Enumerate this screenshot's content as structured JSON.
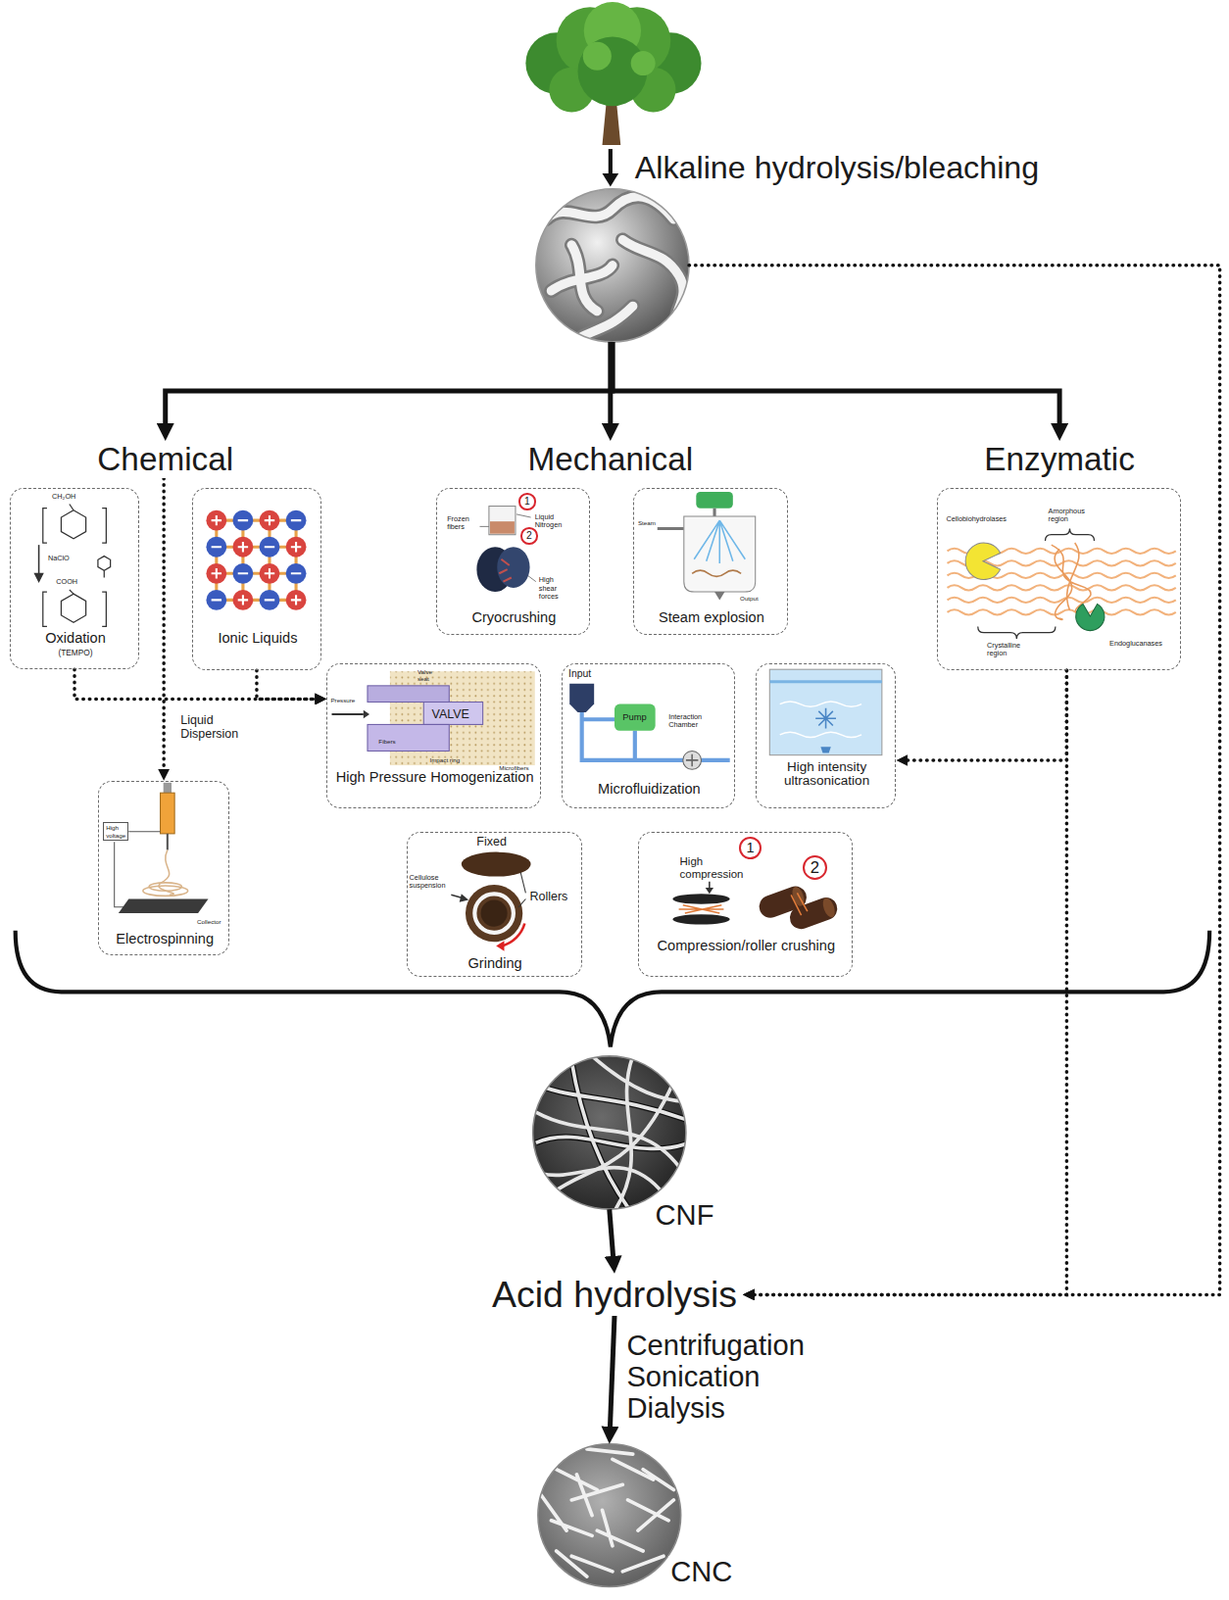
{
  "diagram": {
    "nodes": [
      {
        "text": [
          "Alkaline hydrolysis/bleaching"
        ]
      },
      {
        "text": [
          "Chemical"
        ]
      },
      {
        "text": [
          "Mechanical"
        ]
      },
      {
        "text": [
          "Enzymatic"
        ]
      },
      {
        "text": [
          "CH₂OH",
          "NaClO",
          "COOH",
          "Oxidation",
          "(TEMPO)"
        ]
      },
      {
        "text": [
          "Ionic Liquids"
        ]
      },
      {
        "text": [
          "1",
          "Frozen fibers",
          "Liquid Nitrogen",
          "2",
          "High shear forces",
          "Cryocrushing"
        ]
      },
      {
        "text": [
          "Steam",
          "Output",
          "Steam explosion"
        ]
      },
      {
        "text": [
          "Cellobiohydrolases",
          "Amorphous region",
          "Crystalline region",
          "Endoglucanases"
        ]
      },
      {
        "text": [
          "Pressure",
          "Valve seat",
          "VALVE",
          "Fibers",
          "Impact ring",
          "Microfibers",
          "High Pressure Homogenization"
        ]
      },
      {
        "text": [
          "Input",
          "Pump",
          "Interaction Chamber",
          "Microfluidization"
        ]
      },
      {
        "text": [
          "High intensity ultrasonication"
        ]
      },
      {
        "text": [
          "High voltage",
          "Collector",
          "Electrospinning"
        ]
      },
      {
        "text": [
          "Fixed",
          "Cellulose suspension",
          "Rollers",
          "Grinding"
        ]
      },
      {
        "text": [
          "1",
          "High compression",
          "2",
          "Compression/roller crushing"
        ]
      },
      {
        "text": [
          "CNF"
        ]
      },
      {
        "text": [
          "Acid hydrolysis"
        ]
      },
      {
        "text": [
          "CNC"
        ]
      }
    ],
    "edges": [
      {
        "from": 0,
        "to": 1,
        "arrow": "to"
      },
      {
        "from": 0,
        "to": 2,
        "arrow": "to"
      },
      {
        "from": 0,
        "to": 3,
        "arrow": "to"
      },
      {
        "from": 0,
        "to": 16,
        "arrow": "to"
      },
      {
        "from": 4,
        "to": 9,
        "arrow": "to"
      },
      {
        "from": 5,
        "to": 9,
        "arrow": "to"
      },
      {
        "from": 1,
        "to": 12,
        "label": "Liquid Dispersion",
        "arrow": "to"
      },
      {
        "from": 8,
        "to": 11,
        "arrow": "to"
      },
      {
        "from": 8,
        "to": 16,
        "arrow": "to"
      },
      {
        "from": 15,
        "to": 16,
        "arrow": "to"
      },
      {
        "from": 16,
        "to": 17,
        "label": "Centrifugation Sonication Dialysis",
        "arrow": "to"
      }
    ]
  }
}
